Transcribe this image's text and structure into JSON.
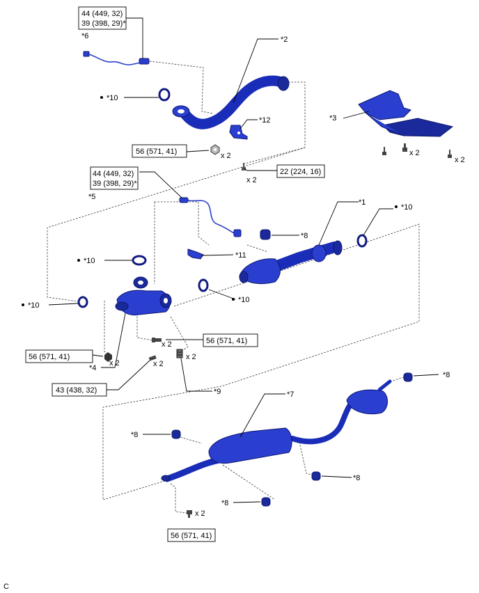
{
  "callouts": {
    "p1": "*1",
    "p2": "*2",
    "p3": "*3",
    "p4": "*4",
    "p5": "*5",
    "p6": "*6",
    "p7": "*7",
    "p8": "*8",
    "p9": "*9",
    "p10": "*10",
    "p11": "*11",
    "p12": "*12"
  },
  "quantities": {
    "x2": "x 2"
  },
  "torque": {
    "sensor_a_line1": "44 (449, 32)",
    "sensor_a_line2": "39 (398, 29)*",
    "sensor_b_line1": "44 (449, 32)",
    "sensor_b_line2": "39 (398, 29)*",
    "front_pipe_nut": "56 (571, 41)",
    "bracket_bolt": "22 (224, 16)",
    "manifold_bolt": "56 (571, 41)",
    "manifold_nut": "56 (571, 41)",
    "stud_bolt": "43 (438, 32)",
    "muffler_bolt": "56 (571, 41)"
  },
  "corner_mark": "C",
  "colors": {
    "part": "#2a3fd0",
    "part_dark": "#0d1670",
    "line": "#000000"
  }
}
